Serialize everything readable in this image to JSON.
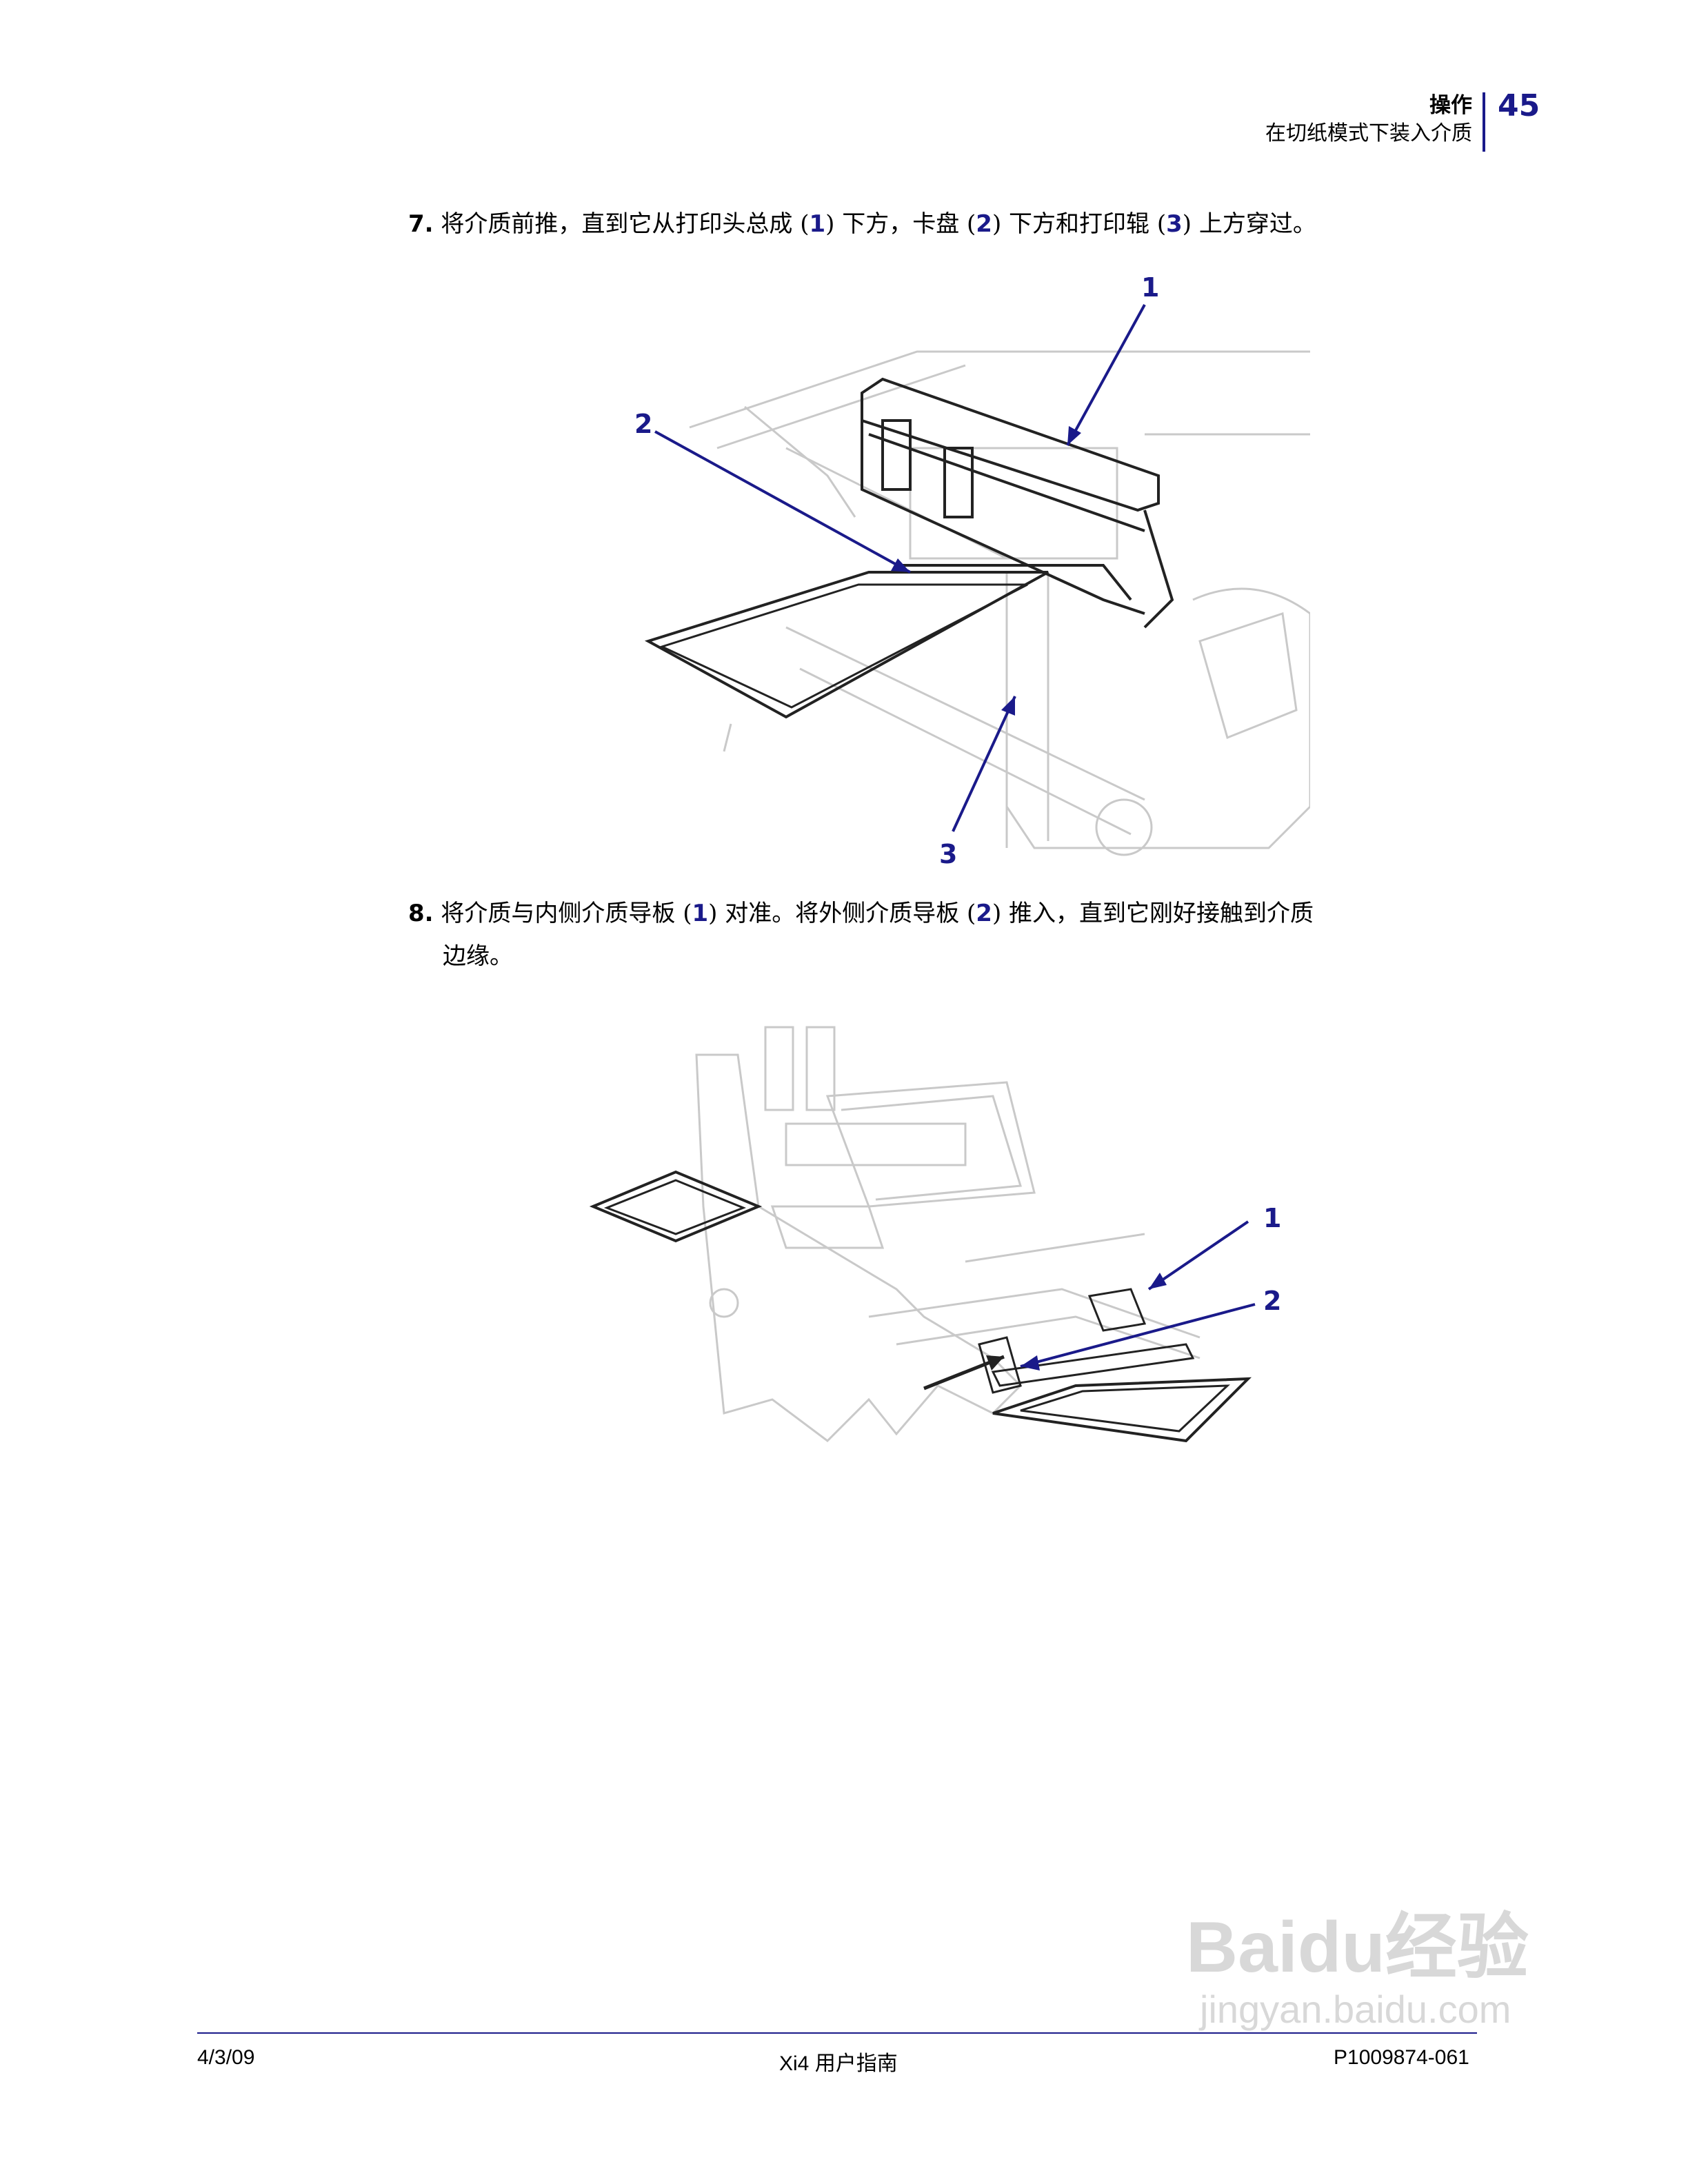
{
  "header": {
    "section": "操作",
    "subsection": "在切纸模式下装入介质",
    "page_number": "45"
  },
  "step7": {
    "number": "7.",
    "t1": " 将介质前推，直到它从打印头总成 (",
    "r1": "1",
    "t2": ") 下方，卡盘 (",
    "r2": "2",
    "t3": ") 下方和打印辊 (",
    "r3": "3",
    "t4": ") 上方穿过。"
  },
  "figure1": {
    "callouts": [
      "1",
      "2",
      "3"
    ]
  },
  "step8": {
    "number": "8.",
    "t1": " 将介质与内侧介质导板 (",
    "r1": "1",
    "t2": ") 对准。将外侧介质导板 (",
    "r2": "2",
    "t3": ") 推入，直到它刚好接触到介质",
    "line2": "边缘。"
  },
  "figure2": {
    "callouts": [
      "1",
      "2"
    ]
  },
  "footer": {
    "date": "4/3/09",
    "title": "Xi4 用户指南",
    "part_number": "P1009874-061"
  },
  "watermark": {
    "brand": "Baidu经验",
    "url": "jingyan.baidu.com"
  },
  "colors": {
    "accent": "#1a1a8a"
  }
}
